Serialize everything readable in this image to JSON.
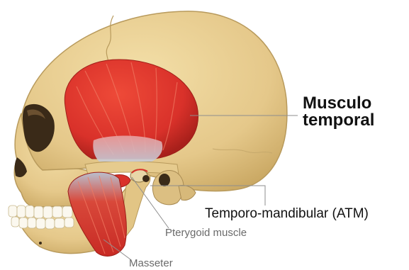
{
  "labels": {
    "temporal_line1": "Musculo",
    "temporal_line2": "temporal",
    "atm": "Temporo-mandibular (ATM)",
    "pterygoid": "Pterygoid muscle",
    "masseter": "Masseter"
  },
  "colors": {
    "bone": "#e8cf93",
    "bone_shadow": "#c9a762",
    "muscle": "#d9312a",
    "muscle_dark": "#a8201b",
    "tendon": "#c7ccd8",
    "leader_line": "#8e8e8e",
    "teeth": "#fbf8ef"
  }
}
